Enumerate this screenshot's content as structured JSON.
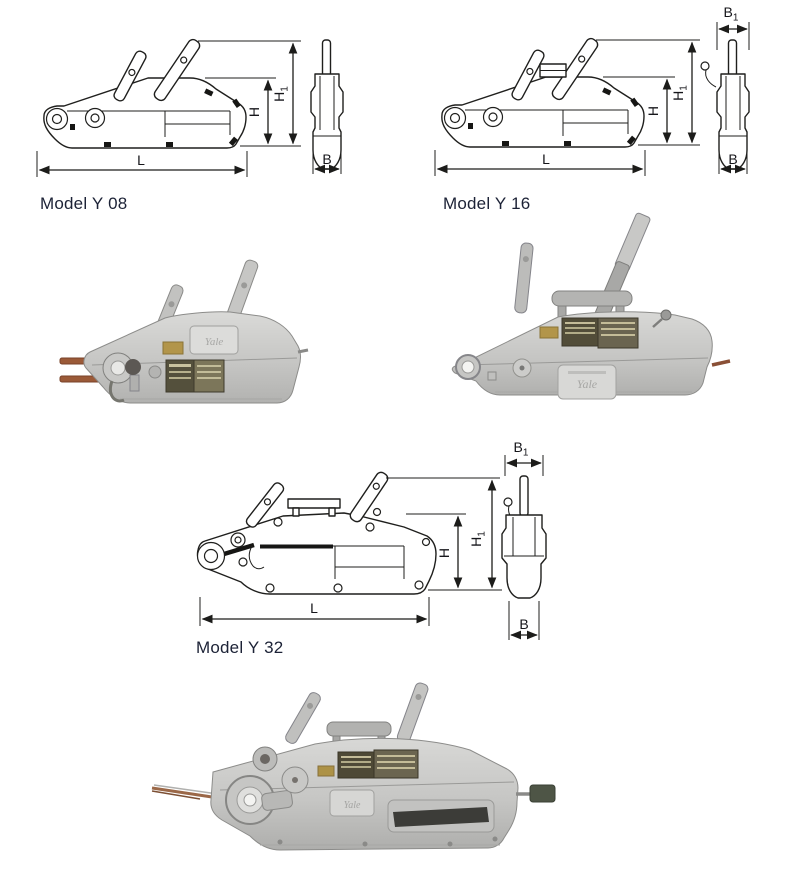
{
  "page": {
    "background_color": "#ffffff"
  },
  "dim_labels": {
    "L": "L",
    "H": "H",
    "B": "B",
    "sub_1": "1"
  },
  "models": {
    "y08": {
      "caption": "Model Y 08",
      "dimensions_shown": [
        "L",
        "H",
        "H1",
        "B"
      ]
    },
    "y16": {
      "caption": "Model Y 16",
      "dimensions_shown": [
        "L",
        "H",
        "H1",
        "B",
        "B1"
      ]
    },
    "y32": {
      "caption": "Model Y 32",
      "dimensions_shown": [
        "L",
        "H",
        "H1",
        "B",
        "B1"
      ]
    }
  },
  "branding": {
    "plate_text": "Yale"
  },
  "style": {
    "drawing_line_color": "#1f1f1d",
    "caption_color": "#1c2236",
    "photo_body_color": "#cacac8",
    "label_dark_color": "#54503c",
    "label_gold_color": "#b2954a",
    "rope_color": "#9b5a38"
  }
}
